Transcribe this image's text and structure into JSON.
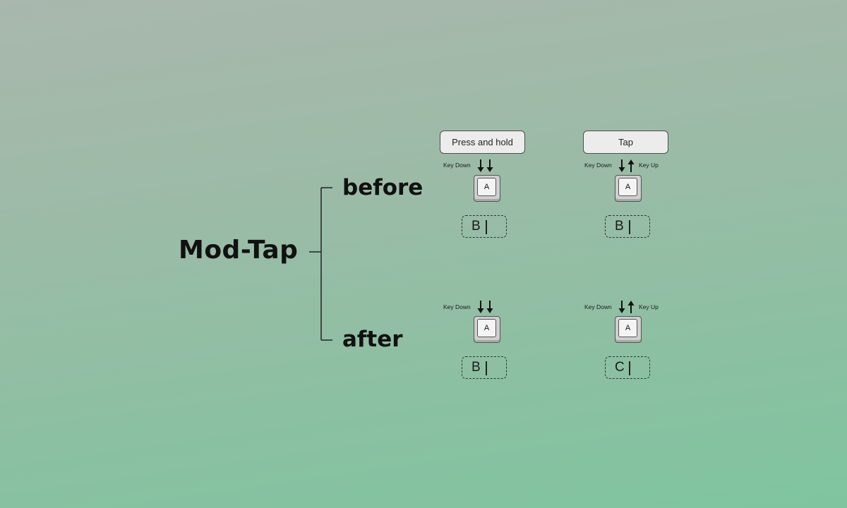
{
  "title": "Mod-Tap",
  "rows": {
    "before": "before",
    "after": "after"
  },
  "modes": {
    "press_hold": "Press and hold",
    "tap": "Tap"
  },
  "labels": {
    "key_down": "Key Down",
    "key_up": "Key Up"
  },
  "key": "A",
  "outputs": {
    "before_hold": "B",
    "before_tap": "B",
    "after_hold": "B",
    "after_tap": "C"
  }
}
